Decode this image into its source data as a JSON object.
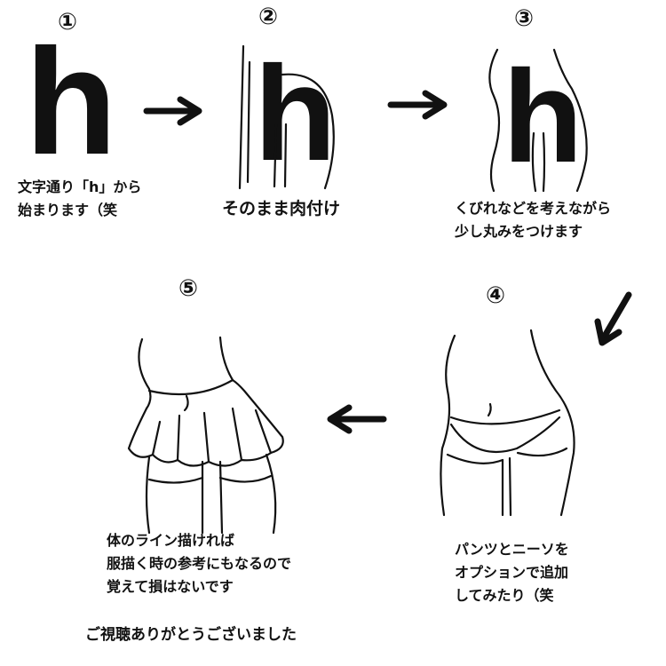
{
  "steps": [
    {
      "num": "①",
      "letter": "h",
      "caption": "文字通り「h」から\n始まります（笑"
    },
    {
      "num": "②",
      "letter": "h",
      "caption": "そのまま肉付け"
    },
    {
      "num": "③",
      "letter": "h",
      "caption": "くびれなどを考えながら\n少し丸みをつけます"
    },
    {
      "num": "④",
      "caption": "パンツとニーソを\nオプションで追加\nしてみたり（笑"
    },
    {
      "num": "⑤",
      "caption": "体のライン描ければ\n服描く時の参考にもなるので\n覚えて損はないです"
    }
  ],
  "closing": "ご視聴ありがとうございました"
}
